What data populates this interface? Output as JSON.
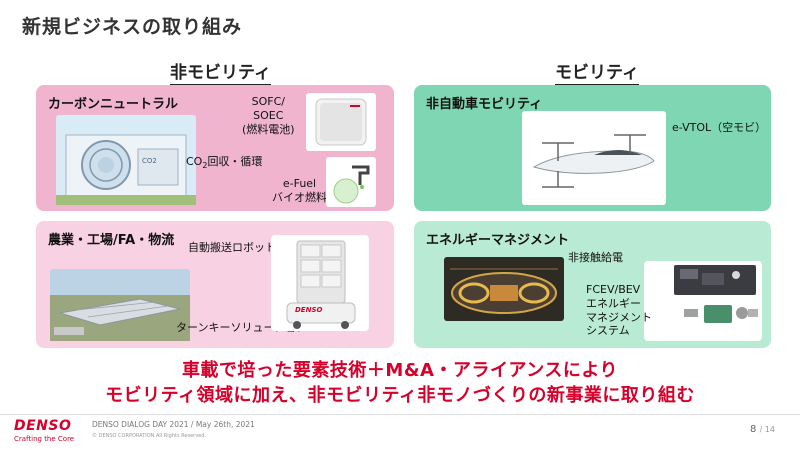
{
  "title": "新規ビジネスの取り組み",
  "columns": {
    "left_heading": "非モビリティ",
    "right_heading": "モビリティ"
  },
  "panels": {
    "carbon": {
      "title": "カーボンニュートラル",
      "sofc_line1": "SOFC/",
      "sofc_line2": "SOEC",
      "sofc_line3": "(燃料電池)",
      "co2_prefix": "CO",
      "co2_sub": "2",
      "co2_suffix": "回収・循環",
      "efuel_line1": "e-Fuel",
      "efuel_line2": "バイオ燃料"
    },
    "mobility": {
      "title": "非自動車モビリティ",
      "evtol": "e-VTOL（空モビ）"
    },
    "agri": {
      "title": "農業・工場/FA・物流",
      "robot": "自動搬送ロボット",
      "turnkey": "ターンキーソリューション",
      "robot_brand": "DENSO"
    },
    "energy": {
      "title": "エネルギーマネジメント",
      "wireless": "非接触給電",
      "fcev_line1": "FCEV/BEV",
      "fcev_line2": "エネルギー",
      "fcev_line3": "マネジメント",
      "fcev_line4": "システム"
    }
  },
  "message": {
    "line1": "車載で培った要素技術＋M&A・アライアンスにより",
    "line2": "モビリティ領域に加え、非モビリティ非モノづくりの新事業に取り組む"
  },
  "footer": {
    "logo": "DENSO",
    "tagline": "Crafting the Core",
    "event": "DENSO DIALOG DAY 2021 / May 26th, 2021",
    "copyright": "© DENSO CORPORATION  All Rights Reserved.",
    "page": "8",
    "page_total": "/ 14"
  },
  "colors": {
    "accent_red": "#d6002a",
    "pink_panel": "#f0b4cf",
    "light_pink_panel": "#f8d2e2",
    "green_panel": "#7fd6b3",
    "light_green_panel": "#b9ead3"
  }
}
